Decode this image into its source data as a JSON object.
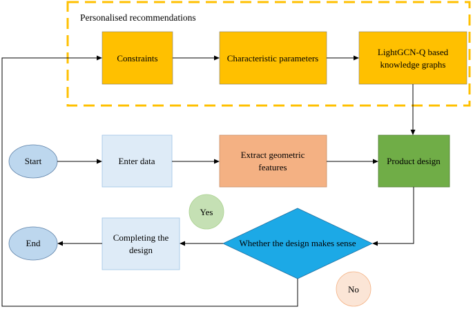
{
  "diagram": {
    "group": {
      "title": "Personalised recommendations"
    },
    "nodes": {
      "constraints": {
        "label": "Constraints",
        "color": "#FFC000"
      },
      "characteristic": {
        "label": "Characteristic parameters",
        "color": "#FFC000"
      },
      "lightgcn": {
        "line1": "LightGCN-Q based",
        "line2": "knowledge graphs",
        "color": "#FFC000"
      },
      "start": {
        "label": "Start",
        "color": "#BDD7EE"
      },
      "enter": {
        "label": "Enter data",
        "color": "#DEEBF7"
      },
      "extract": {
        "line1": "Extract geometric",
        "line2": "features",
        "color": "#F4B183"
      },
      "product": {
        "label": "Product design",
        "color": "#70AD47"
      },
      "decision": {
        "label": "Whether the design makes sense",
        "color": "#1CA9E6"
      },
      "completing": {
        "line1": "Completing the",
        "line2": "design",
        "color": "#DEEBF7"
      },
      "end": {
        "label": "End",
        "color": "#BDD7EE"
      },
      "yes": {
        "label": "Yes",
        "color": "#C5E0B4"
      },
      "no": {
        "label": "No",
        "color": "#FBE5D6"
      }
    },
    "colors": {
      "group_border": "#FFC000",
      "stroke": "#000000"
    }
  }
}
